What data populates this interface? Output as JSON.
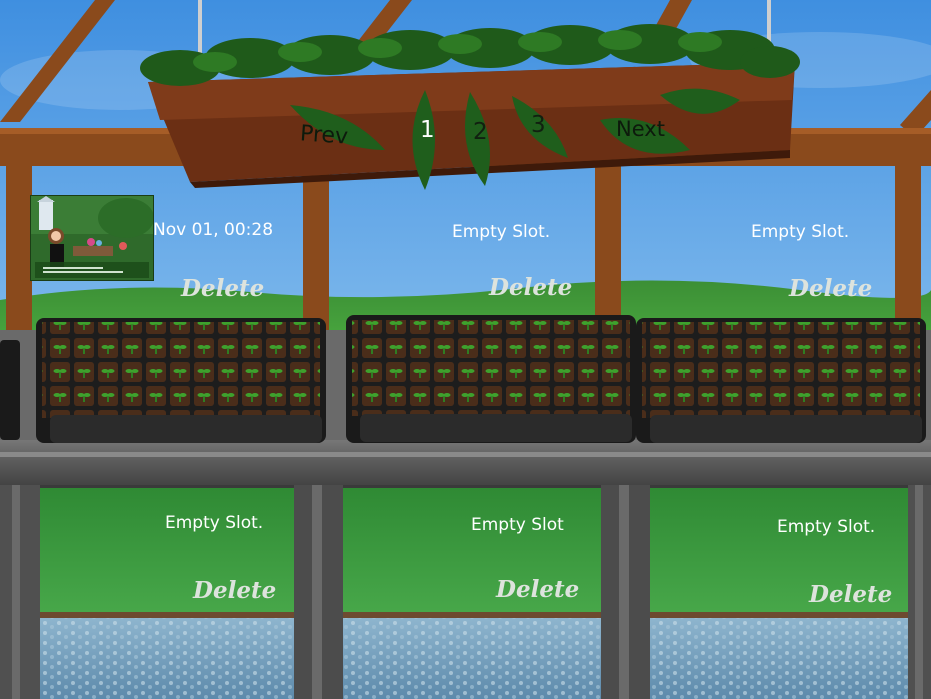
{
  "pagination": {
    "prev_label": "Prev",
    "next_label": "Next",
    "pages": [
      "1",
      "2",
      "3"
    ],
    "current_page": "1"
  },
  "slots": [
    {
      "text": "Nov 01, 00:28",
      "has_thumbnail": true,
      "delete_label": "Delete"
    },
    {
      "text": "Empty Slot.",
      "has_thumbnail": false,
      "delete_label": "Delete"
    },
    {
      "text": "Empty Slot.",
      "has_thumbnail": false,
      "delete_label": "Delete"
    },
    {
      "text": "Empty Slot.",
      "has_thumbnail": false,
      "delete_label": "Delete"
    },
    {
      "text": "Empty Slot",
      "has_thumbnail": false,
      "delete_label": "Delete"
    },
    {
      "text": "Empty Slot.",
      "has_thumbnail": false,
      "delete_label": "Delete"
    }
  ],
  "colors": {
    "sky_top": "#3f8fe0",
    "sky_bottom": "#cfe6f7",
    "wood_frame": "#8a4a1c",
    "grass": "#3f9a36",
    "bench": "#5e5e5e",
    "gravel": "#6f9fc0",
    "leaf": "#1f5a1a"
  }
}
